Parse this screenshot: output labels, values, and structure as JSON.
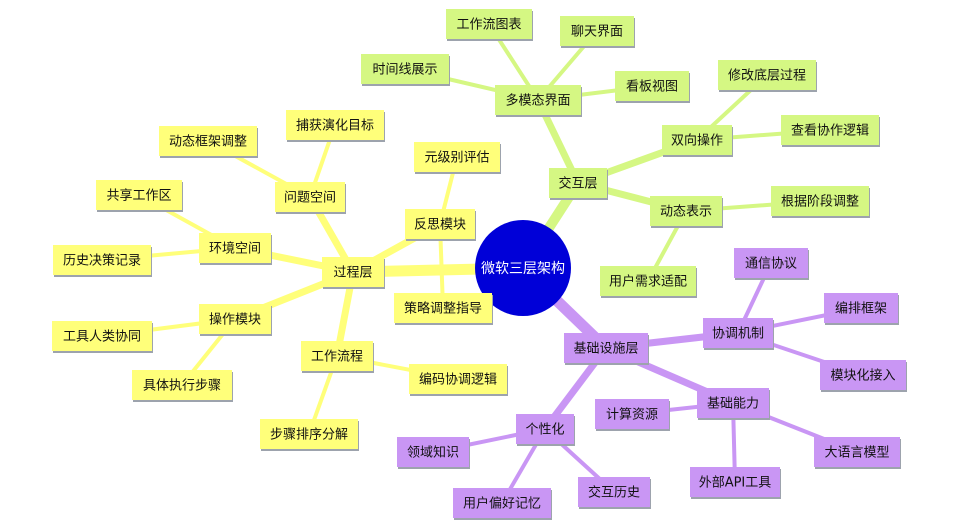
{
  "colors": {
    "center_fill": "#0000d8",
    "center_text": "#ffffff",
    "yellow_fill": "#ffff7a",
    "yellow_line": "#ffff7a",
    "green_fill": "#d5f783",
    "green_line": "#d5f783",
    "purple_fill": "#c996f4",
    "purple_line": "#c996f4",
    "node_text": "#111111",
    "node_shadow": "#9da3ad"
  },
  "center": {
    "label": "微软三层架构"
  },
  "process_layer": {
    "label": "过程层",
    "problem_space": {
      "label": "问题空间",
      "children": [
        "动态框架调整",
        "捕获演化目标"
      ]
    },
    "environment_space": {
      "label": "环境空间",
      "children": [
        "共享工作区",
        "历史决策记录"
      ]
    },
    "operation_module": {
      "label": "操作模块",
      "children": [
        "工具人类协同",
        "具体执行步骤"
      ]
    },
    "workflow": {
      "label": "工作流程",
      "children": [
        "步骤排序分解",
        "编码协调逻辑"
      ]
    },
    "reflection_module": {
      "label": "反思模块",
      "children": [
        "元级别评估",
        "策略调整指导"
      ]
    }
  },
  "interaction_layer": {
    "label": "交互层",
    "multimodal_ui": {
      "label": "多模态界面",
      "children": [
        "工作流图表",
        "聊天界面",
        "时间线展示",
        "看板视图"
      ]
    },
    "bidirectional": {
      "label": "双向操作",
      "children": [
        "修改底层过程",
        "查看协作逻辑"
      ]
    },
    "dynamic_display": {
      "label": "动态表示",
      "children": [
        "根据阶段调整",
        "用户需求适配"
      ]
    }
  },
  "infrastructure_layer": {
    "label": "基础设施层",
    "coordination": {
      "label": "协调机制",
      "children": [
        "通信协议",
        "编排框架",
        "模块化接入"
      ]
    },
    "base_capability": {
      "label": "基础能力",
      "children": [
        "计算资源",
        "大语言模型",
        "外部API工具"
      ]
    },
    "personalization": {
      "label": "个性化",
      "children": [
        "领域知识",
        "用户偏好记忆",
        "交互历史"
      ]
    }
  }
}
